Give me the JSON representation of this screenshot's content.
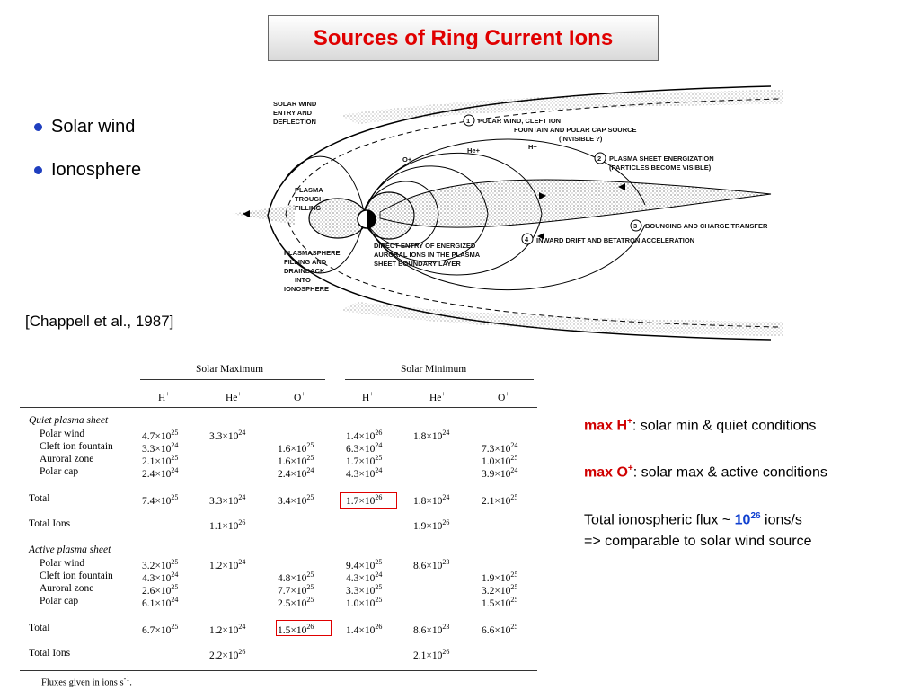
{
  "title": "Sources of Ring Current Ions",
  "bullets": [
    "Solar wind",
    "Ionosphere"
  ],
  "citation": "[Chappell et al., 1987]",
  "figure_labels": {
    "solar_wind_entry": [
      "SOLAR WIND",
      "ENTRY AND",
      "DEFLECTION"
    ],
    "step1": [
      "POLAR WIND, CLEFT ION",
      "FOUNTAIN AND POLAR CAP SOURCE",
      "(INVISIBLE ?)"
    ],
    "step2": [
      "PLASMA SHEET ENERGIZATION",
      "(PARTICLES BECOME VISIBLE)"
    ],
    "step3": "BOUNCING AND CHARGE TRANSFER",
    "step4": "INWARD DRIFT AND BETATRON ACCELERATION",
    "plasma_trough": [
      "PLASMA",
      "TROUGH",
      "FILLING"
    ],
    "plasmasphere": [
      "PLASMASPHERE",
      "FILLING AND",
      "DRAINBACK",
      "INTO",
      "IONOSPHERE"
    ],
    "direct_entry": [
      "DIRECT ENTRY OF ENERGIZED",
      "AURORAL IONS IN THE PLASMA",
      "SHEET BOUNDARY LAYER"
    ],
    "he_plus": "He+",
    "h_plus": "H+",
    "o_plus": "O+",
    "step_numbers": [
      "1",
      "2",
      "3",
      "4"
    ]
  },
  "table": {
    "group_headers": [
      "Solar Maximum",
      "Solar Minimum"
    ],
    "col_headers": [
      "H+",
      "He+",
      "O+",
      "H+",
      "He+",
      "O+"
    ],
    "sections": [
      {
        "title": "Quiet plasma sheet",
        "rows": [
          {
            "label": "Polar wind",
            "values": [
              "4.7×10^25",
              "3.3×10^24",
              "",
              "1.4×10^26",
              "1.8×10^24",
              ""
            ]
          },
          {
            "label": "Cleft ion fountain",
            "values": [
              "3.3×10^24",
              "",
              "1.6×10^25",
              "6.3×10^24",
              "",
              "7.3×10^24"
            ]
          },
          {
            "label": "Auroral zone",
            "values": [
              "2.1×10^25",
              "",
              "1.6×10^25",
              "1.7×10^25",
              "",
              "1.0×10^25"
            ]
          },
          {
            "label": "Polar cap",
            "values": [
              "2.4×10^24",
              "",
              "2.4×10^24",
              "4.3×10^24",
              "",
              "3.9×10^24"
            ]
          }
        ],
        "total": {
          "label": "Total",
          "values": [
            "7.4×10^25",
            "3.3×10^24",
            "3.4×10^25",
            "1.7×10^26",
            "1.8×10^24",
            "2.1×10^25"
          ]
        },
        "total_ions": {
          "label": "Total Ions",
          "values": [
            "1.1×10^26",
            "1.9×10^26"
          ]
        }
      },
      {
        "title": "Active plasma sheet",
        "rows": [
          {
            "label": "Polar wind",
            "values": [
              "3.2×10^25",
              "1.2×10^24",
              "",
              "9.4×10^25",
              "8.6×10^23",
              ""
            ]
          },
          {
            "label": "Cleft ion fountain",
            "values": [
              "4.3×10^24",
              "",
              "4.8×10^25",
              "4.3×10^24",
              "",
              "1.9×10^25"
            ]
          },
          {
            "label": "Auroral zone",
            "values": [
              "2.6×10^25",
              "",
              "7.7×10^25",
              "3.3×10^25",
              "",
              "3.2×10^25"
            ]
          },
          {
            "label": "Polar cap",
            "values": [
              "6.1×10^24",
              "",
              "2.5×10^25",
              "1.0×10^25",
              "",
              "1.5×10^25"
            ]
          }
        ],
        "total": {
          "label": "Total",
          "values": [
            "6.7×10^25",
            "1.2×10^24",
            "1.5×10^26",
            "1.4×10^26",
            "8.6×10^23",
            "6.6×10^25"
          ]
        },
        "total_ions": {
          "label": "Total Ions",
          "values": [
            "2.2×10^26",
            "2.1×10^26"
          ]
        }
      }
    ],
    "footnote": "Fluxes given in ions s^-1."
  },
  "notes": {
    "line1_bold": "max H",
    "line1_sup": "+",
    "line1_rest": ": solar min & quiet conditions",
    "line2_bold": "max O",
    "line2_sup": "+",
    "line2_rest": ": solar max & active conditions",
    "line3_prefix": "Total ionospheric flux ~ ",
    "line3_base": "10",
    "line3_exp": "26",
    "line3_suffix": " ions/s",
    "line4": "=> comparable to solar wind source"
  },
  "colors": {
    "title": "#e00000",
    "bullet": "#1f3fbf",
    "highlight": "#e00000",
    "flux": "#1040d0"
  }
}
